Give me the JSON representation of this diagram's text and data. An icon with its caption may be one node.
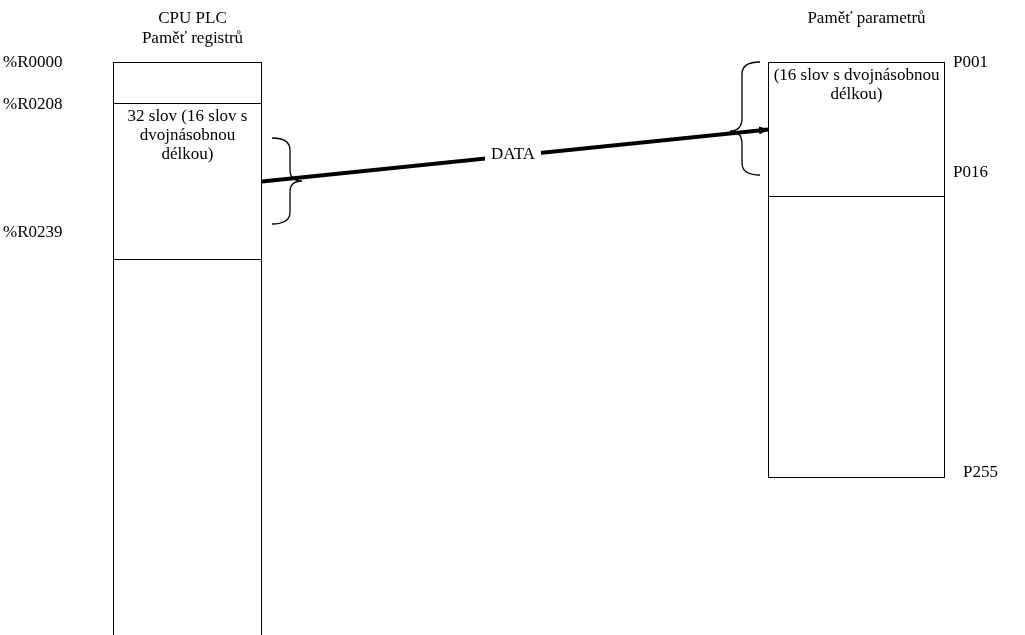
{
  "diagram": {
    "nodes": [
      {
        "text": [
          "CPU PLC Paměť registrů"
        ]
      },
      {
        "text": [
          "32 slov (16 slov s dvojnásobnou délkou)"
        ],
        "in": 0
      },
      {
        "text": [
          "Paměť parametrů"
        ]
      },
      {
        "text": [
          "(16 slov s dvojnásobnou délkou)"
        ],
        "in": 2
      }
    ],
    "edges": [
      {
        "from": 1,
        "to": 3,
        "arrow": "to",
        "label": "DATA"
      }
    ],
    "labels": [
      "%R0000",
      "P001",
      "%R0208",
      "P016",
      "%R0239",
      "P255"
    ]
  }
}
